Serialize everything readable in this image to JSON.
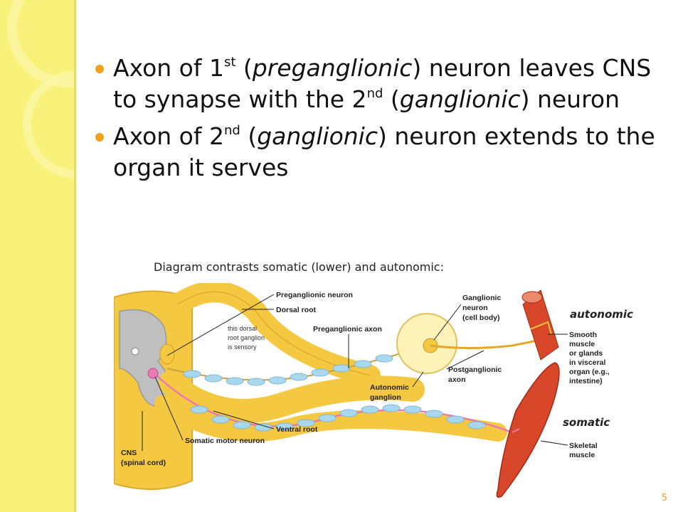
{
  "bullets": [
    {
      "parts": [
        {
          "text": "Axon of 1"
        },
        {
          "text": "st",
          "sup": true
        },
        {
          "text": " ("
        },
        {
          "text": "preganglionic",
          "em": true
        },
        {
          "text": ") neuron leaves CNS to synapse with the 2"
        },
        {
          "text": "nd",
          "sup": true
        },
        {
          "text": " ("
        },
        {
          "text": "ganglionic",
          "em": true
        },
        {
          "text": ") neuron"
        }
      ]
    },
    {
      "parts": [
        {
          "text": "Axon of 2"
        },
        {
          "text": "nd",
          "sup": true
        },
        {
          "text": " ("
        },
        {
          "text": "ganglionic",
          "em": true
        },
        {
          "text": ") neuron extends to the organ it serves"
        }
      ]
    }
  ],
  "caption": "Diagram contrasts somatic (lower) and autonomic:",
  "diagram": {
    "labels": {
      "preganglionic_neuron": "Preganglionic neuron",
      "dorsal_root": "Dorsal root",
      "dorsal_ganglion_note": [
        "this dorsal",
        "root ganglion",
        "is sensory"
      ],
      "preganglionic_axon": "Preganglionic axon",
      "ganglionic_neuron": [
        "Ganglionic",
        "neuron",
        "(cell body)"
      ],
      "autonomic_ganglion": [
        "Autonomic",
        "ganglion"
      ],
      "postganglionic_axon": [
        "Postganglionic",
        "axon"
      ],
      "smooth_muscle": [
        "Smooth",
        "muscle",
        "or glands",
        "in visceral",
        "organ (e.g.,",
        "intestine)"
      ],
      "ventral_root": "Ventral root",
      "somatic_motor_neuron": "Somatic motor neuron",
      "cns": [
        "CNS",
        "(spinal cord)"
      ],
      "skeletal_muscle": [
        "Skeletal",
        "muscle"
      ],
      "autonomic": "autonomic",
      "somatic": "somatic"
    },
    "colors": {
      "nerve": "#f5c842",
      "myelin": "#a9d8ee",
      "motor_axon": "#e87ab4",
      "muscle": "#d9472a"
    }
  },
  "slide_number": "5"
}
